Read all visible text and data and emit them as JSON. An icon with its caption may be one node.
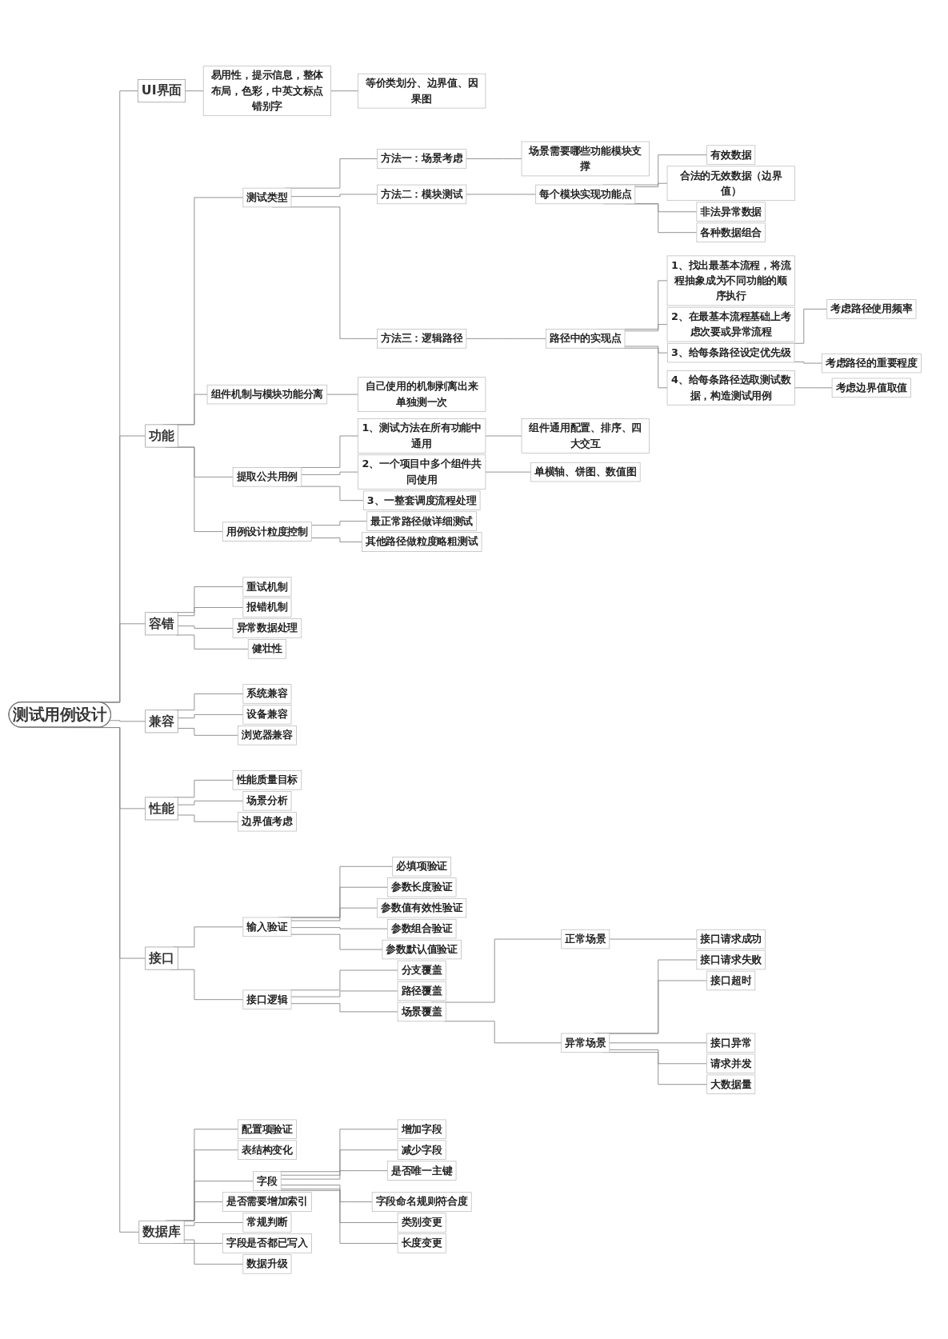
{
  "diagram": {
    "nodes": [
      {
        "text": [
          "测试用例设计"
        ]
      },
      {
        "text": [
          "UI界面"
        ]
      },
      {
        "text": [
          "易用性，提示信息，整体布局，色彩，中英文标点错别字"
        ]
      },
      {
        "text": [
          "等价类划分、边界值、因果图"
        ]
      },
      {
        "text": [
          "功能"
        ]
      },
      {
        "text": [
          "测试类型"
        ]
      },
      {
        "text": [
          "方法一：场景考虑"
        ]
      },
      {
        "text": [
          "场景需要哪些功能模块支撑"
        ]
      },
      {
        "text": [
          "方法二：模块测试"
        ]
      },
      {
        "text": [
          "每个模块实现功能点"
        ]
      },
      {
        "text": [
          "有效数据"
        ]
      },
      {
        "text": [
          "合法的无效数据（边界值）"
        ]
      },
      {
        "text": [
          "非法异常数据"
        ]
      },
      {
        "text": [
          "各种数据组合"
        ]
      },
      {
        "text": [
          "方法三：逻辑路径"
        ]
      },
      {
        "text": [
          "路径中的实现点"
        ]
      },
      {
        "text": [
          "1、找出最基本流程，将流程抽象成为不同功能的顺序执行"
        ]
      },
      {
        "text": [
          "2、在最基本流程基础上考虑次要或异常流程"
        ]
      },
      {
        "text": [
          "3、给每条路径设定优先级"
        ]
      },
      {
        "text": [
          "考虑路径使用频率"
        ]
      },
      {
        "text": [
          "考虑路径的重要程度"
        ]
      },
      {
        "text": [
          "4、给每条路径选取测试数据，构造测试用例"
        ]
      },
      {
        "text": [
          "考虑边界值取值"
        ]
      },
      {
        "text": [
          "组件机制与模块功能分离"
        ]
      },
      {
        "text": [
          "自己使用的机制剥离出来单独测一次"
        ]
      },
      {
        "text": [
          "提取公共用例"
        ]
      },
      {
        "text": [
          "1、测试方法在所有功能中通用"
        ]
      },
      {
        "text": [
          "组件通用配置、排序、四大交互"
        ]
      },
      {
        "text": [
          "2、一个项目中多个组件共同使用"
        ]
      },
      {
        "text": [
          "单横轴、饼图、数值图"
        ]
      },
      {
        "text": [
          "3、一整套调度流程处理"
        ]
      },
      {
        "text": [
          "用例设计粒度控制"
        ]
      },
      {
        "text": [
          "最正常路径做详细测试"
        ]
      },
      {
        "text": [
          "其他路径做粒度略粗测试"
        ]
      },
      {
        "text": [
          "容错"
        ]
      },
      {
        "text": [
          "重试机制"
        ]
      },
      {
        "text": [
          "报错机制"
        ]
      },
      {
        "text": [
          "异常数据处理"
        ]
      },
      {
        "text": [
          "健壮性"
        ]
      },
      {
        "text": [
          "兼容"
        ]
      },
      {
        "text": [
          "系统兼容"
        ]
      },
      {
        "text": [
          "设备兼容"
        ]
      },
      {
        "text": [
          "浏览器兼容"
        ]
      },
      {
        "text": [
          "性能"
        ]
      },
      {
        "text": [
          "性能质量目标"
        ]
      },
      {
        "text": [
          "场景分析"
        ]
      },
      {
        "text": [
          "边界值考虑"
        ]
      },
      {
        "text": [
          "接口"
        ]
      },
      {
        "text": [
          "输入验证"
        ]
      },
      {
        "text": [
          "必填项验证"
        ]
      },
      {
        "text": [
          "参数长度验证"
        ]
      },
      {
        "text": [
          "参数值有效性验证"
        ]
      },
      {
        "text": [
          "参数组合验证"
        ]
      },
      {
        "text": [
          "参数默认值验证"
        ]
      },
      {
        "text": [
          "接口逻辑"
        ]
      },
      {
        "text": [
          "分支覆盖"
        ]
      },
      {
        "text": [
          "路径覆盖"
        ]
      },
      {
        "text": [
          "场景覆盖"
        ]
      },
      {
        "text": [
          "正常场景"
        ]
      },
      {
        "text": [
          "接口请求成功"
        ]
      },
      {
        "text": [
          "异常场景"
        ]
      },
      {
        "text": [
          "接口请求失败"
        ]
      },
      {
        "text": [
          "接口超时"
        ]
      },
      {
        "text": [
          "接口异常"
        ]
      },
      {
        "text": [
          "请求并发"
        ]
      },
      {
        "text": [
          "大数据量"
        ]
      },
      {
        "text": [
          "数据库"
        ]
      },
      {
        "text": [
          "配置项验证"
        ]
      },
      {
        "text": [
          "表结构变化"
        ]
      },
      {
        "text": [
          "字段"
        ]
      },
      {
        "text": [
          "增加字段"
        ]
      },
      {
        "text": [
          "减少字段"
        ]
      },
      {
        "text": [
          "是否唯一主键"
        ]
      },
      {
        "text": [
          "字段命名规则符合度"
        ]
      },
      {
        "text": [
          "类别变更"
        ]
      },
      {
        "text": [
          "长度变更"
        ]
      },
      {
        "text": [
          "是否需要增加索引"
        ]
      },
      {
        "text": [
          "常规判断"
        ]
      },
      {
        "text": [
          "字段是否都已写入"
        ]
      },
      {
        "text": [
          "数据升级"
        ]
      }
    ],
    "edges": [
      {
        "from": 0,
        "to": 1,
        "arrow": "none"
      },
      {
        "from": 1,
        "to": 2,
        "arrow": "none"
      },
      {
        "from": 2,
        "to": 3,
        "arrow": "none"
      },
      {
        "from": 0,
        "to": 4,
        "arrow": "none"
      },
      {
        "from": 4,
        "to": 5,
        "arrow": "none"
      },
      {
        "from": 5,
        "to": 6,
        "arrow": "none"
      },
      {
        "from": 6,
        "to": 7,
        "arrow": "none"
      },
      {
        "from": 5,
        "to": 8,
        "arrow": "none"
      },
      {
        "from": 8,
        "to": 9,
        "arrow": "none"
      },
      {
        "from": 9,
        "to": 10,
        "arrow": "none"
      },
      {
        "from": 9,
        "to": 11,
        "arrow": "none"
      },
      {
        "from": 9,
        "to": 12,
        "arrow": "none"
      },
      {
        "from": 9,
        "to": 13,
        "arrow": "none"
      },
      {
        "from": 5,
        "to": 14,
        "arrow": "none"
      },
      {
        "from": 14,
        "to": 15,
        "arrow": "none"
      },
      {
        "from": 15,
        "to": 16,
        "arrow": "none"
      },
      {
        "from": 15,
        "to": 17,
        "arrow": "none"
      },
      {
        "from": 15,
        "to": 18,
        "arrow": "none"
      },
      {
        "from": 18,
        "to": 19,
        "arrow": "none"
      },
      {
        "from": 18,
        "to": 20,
        "arrow": "none"
      },
      {
        "from": 15,
        "to": 21,
        "arrow": "none"
      },
      {
        "from": 21,
        "to": 22,
        "arrow": "none"
      },
      {
        "from": 4,
        "to": 23,
        "arrow": "none"
      },
      {
        "from": 23,
        "to": 24,
        "arrow": "none"
      },
      {
        "from": 4,
        "to": 25,
        "arrow": "none"
      },
      {
        "from": 25,
        "to": 26,
        "arrow": "none"
      },
      {
        "from": 26,
        "to": 27,
        "arrow": "none"
      },
      {
        "from": 25,
        "to": 28,
        "arrow": "none"
      },
      {
        "from": 28,
        "to": 29,
        "arrow": "none"
      },
      {
        "from": 25,
        "to": 30,
        "arrow": "none"
      },
      {
        "from": 4,
        "to": 31,
        "arrow": "none"
      },
      {
        "from": 31,
        "to": 32,
        "arrow": "none"
      },
      {
        "from": 31,
        "to": 33,
        "arrow": "none"
      },
      {
        "from": 0,
        "to": 34,
        "arrow": "none"
      },
      {
        "from": 34,
        "to": 35,
        "arrow": "none"
      },
      {
        "from": 34,
        "to": 36,
        "arrow": "none"
      },
      {
        "from": 34,
        "to": 37,
        "arrow": "none"
      },
      {
        "from": 34,
        "to": 38,
        "arrow": "none"
      },
      {
        "from": 0,
        "to": 39,
        "arrow": "none"
      },
      {
        "from": 39,
        "to": 40,
        "arrow": "none"
      },
      {
        "from": 39,
        "to": 41,
        "arrow": "none"
      },
      {
        "from": 39,
        "to": 42,
        "arrow": "none"
      },
      {
        "from": 0,
        "to": 43,
        "arrow": "none"
      },
      {
        "from": 43,
        "to": 44,
        "arrow": "none"
      },
      {
        "from": 43,
        "to": 45,
        "arrow": "none"
      },
      {
        "from": 43,
        "to": 46,
        "arrow": "none"
      },
      {
        "from": 0,
        "to": 47,
        "arrow": "none"
      },
      {
        "from": 47,
        "to": 48,
        "arrow": "none"
      },
      {
        "from": 48,
        "to": 49,
        "arrow": "none"
      },
      {
        "from": 48,
        "to": 50,
        "arrow": "none"
      },
      {
        "from": 48,
        "to": 51,
        "arrow": "none"
      },
      {
        "from": 48,
        "to": 52,
        "arrow": "none"
      },
      {
        "from": 48,
        "to": 53,
        "arrow": "none"
      },
      {
        "from": 47,
        "to": 54,
        "arrow": "none"
      },
      {
        "from": 54,
        "to": 55,
        "arrow": "none"
      },
      {
        "from": 54,
        "to": 56,
        "arrow": "none"
      },
      {
        "from": 54,
        "to": 57,
        "arrow": "none"
      },
      {
        "from": 57,
        "to": 58,
        "arrow": "none"
      },
      {
        "from": 58,
        "to": 59,
        "arrow": "none"
      },
      {
        "from": 57,
        "to": 60,
        "arrow": "none"
      },
      {
        "from": 60,
        "to": 61,
        "arrow": "none"
      },
      {
        "from": 60,
        "to": 62,
        "arrow": "none"
      },
      {
        "from": 60,
        "to": 63,
        "arrow": "none"
      },
      {
        "from": 60,
        "to": 64,
        "arrow": "none"
      },
      {
        "from": 60,
        "to": 65,
        "arrow": "none"
      },
      {
        "from": 0,
        "to": 66,
        "arrow": "none"
      },
      {
        "from": 66,
        "to": 67,
        "arrow": "none"
      },
      {
        "from": 66,
        "to": 68,
        "arrow": "none"
      },
      {
        "from": 66,
        "to": 69,
        "arrow": "none"
      },
      {
        "from": 69,
        "to": 70,
        "arrow": "none"
      },
      {
        "from": 69,
        "to": 71,
        "arrow": "none"
      },
      {
        "from": 69,
        "to": 72,
        "arrow": "none"
      },
      {
        "from": 69,
        "to": 73,
        "arrow": "none"
      },
      {
        "from": 69,
        "to": 74,
        "arrow": "none"
      },
      {
        "from": 69,
        "to": 75,
        "arrow": "none"
      },
      {
        "from": 66,
        "to": 76,
        "arrow": "none"
      },
      {
        "from": 66,
        "to": 77,
        "arrow": "none"
      },
      {
        "from": 66,
        "to": 78,
        "arrow": "none"
      },
      {
        "from": 66,
        "to": 79,
        "arrow": "none"
      }
    ]
  }
}
